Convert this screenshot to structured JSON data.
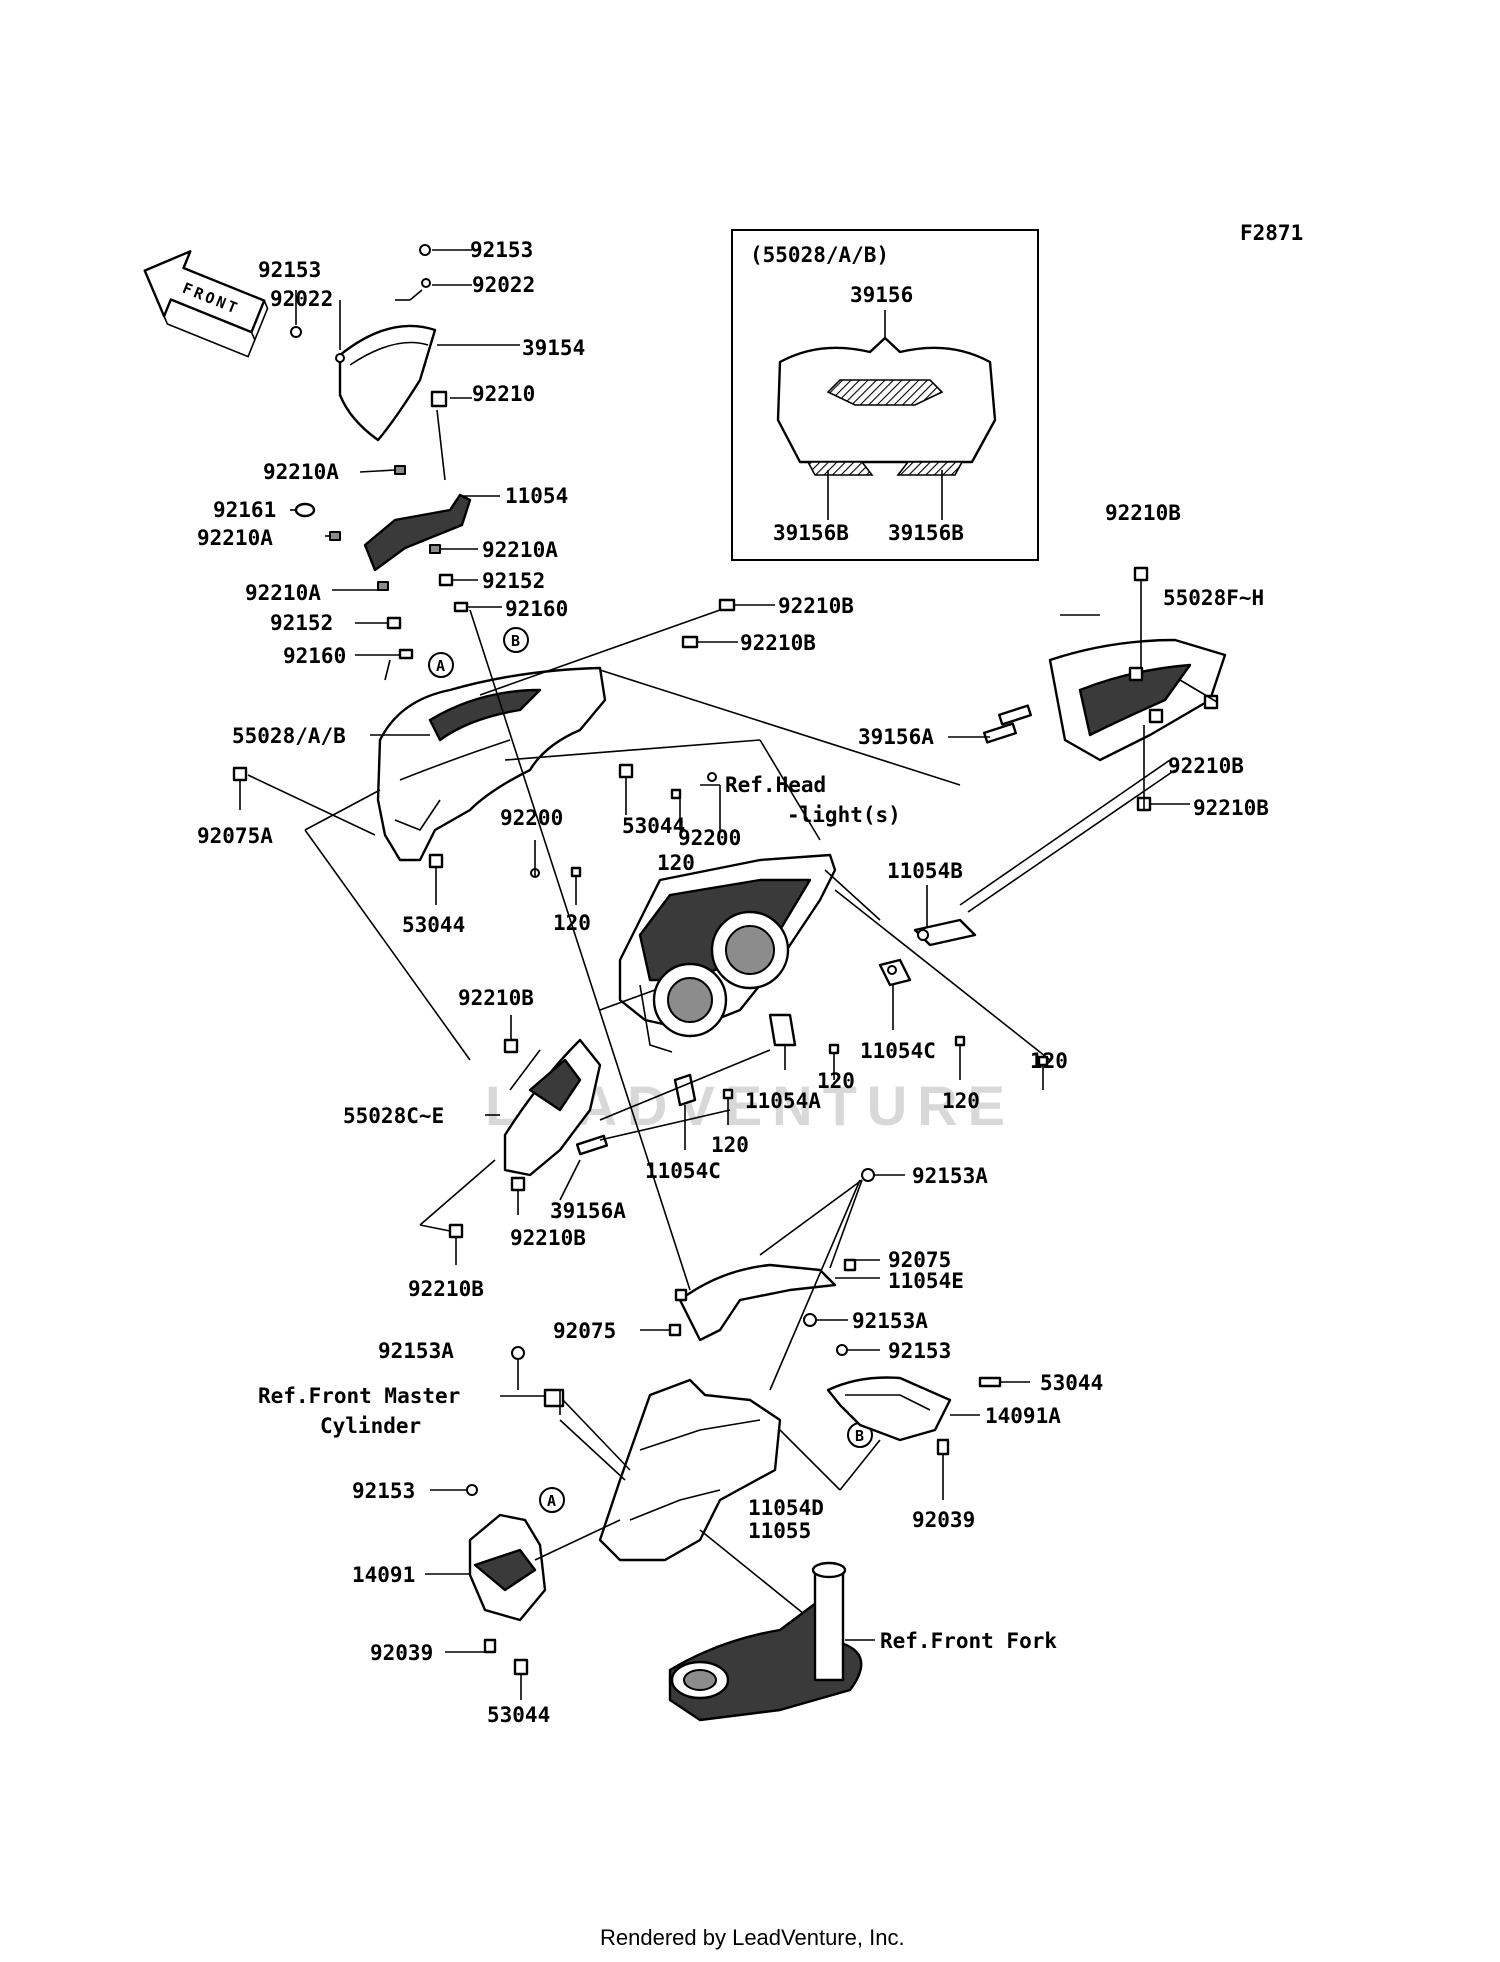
{
  "diagram_id": "F2871",
  "front_label": "FRONT",
  "inset": {
    "title": "(55028/A/B)",
    "labels": [
      "39156",
      "39156B",
      "39156B"
    ]
  },
  "labels": {
    "l_92153_top": "92153",
    "l_92153_left": "92153",
    "l_92022_top": "92022",
    "l_92022_left": "92022",
    "l_39154": "39154",
    "l_92210": "92210",
    "l_92210A_1": "92210A",
    "l_11054": "11054",
    "l_92161": "92161",
    "l_92210A_2": "92210A",
    "l_92210A_3": "92210A",
    "l_92210A_4": "92210A",
    "l_92152_1": "92152",
    "l_92152_2": "92152",
    "l_92160_1": "92160",
    "l_92160_2": "92160",
    "l_92210B_1": "92210B",
    "l_92210B_2": "92210B",
    "l_92210B_3": "92210B",
    "l_92210B_4": "92210B",
    "l_92210B_5": "92210B",
    "l_92210B_6": "92210B",
    "l_92210B_7": "92210B",
    "l_92210B_8": "92210B",
    "l_55028FH": "55028F~H",
    "l_55028AB": "55028/A/B",
    "l_39156A_1": "39156A",
    "l_39156A_2": "39156A",
    "l_92075A": "92075A",
    "l_53044_1": "53044",
    "l_53044_2": "53044",
    "l_53044_3": "53044",
    "l_53044_4": "53044",
    "l_92200_1": "92200",
    "l_92200_2": "92200",
    "l_refhead_1": "Ref.Head",
    "l_refhead_2": "-light(s)",
    "l_120_1": "120",
    "l_120_2": "120",
    "l_120_3": "120",
    "l_120_4": "120",
    "l_120_5": "120",
    "l_120_6": "120",
    "l_11054B": "11054B",
    "l_11054C_1": "11054C",
    "l_11054C_2": "11054C",
    "l_11054A": "11054A",
    "l_55028CE": "55028C~E",
    "l_92153A_1": "92153A",
    "l_92153A_2": "92153A",
    "l_92153A_3": "92153A",
    "l_92075_1": "92075",
    "l_92075_2": "92075",
    "l_11054E": "11054E",
    "l_92153_mid": "92153",
    "l_92153_low": "92153",
    "l_14091A": "14091A",
    "l_14091": "14091",
    "l_92039_1": "92039",
    "l_92039_2": "92039",
    "l_11054D": "11054D",
    "l_11055": "11055",
    "l_refmaster_1": "Ref.Front Master",
    "l_refmaster_2": "Cylinder",
    "l_reffork": "Ref.Front Fork"
  },
  "callouts": [
    "A",
    "B",
    "A",
    "B"
  ],
  "watermark": "LEADVENTURE",
  "footer": "Rendered by LeadVenture, Inc."
}
